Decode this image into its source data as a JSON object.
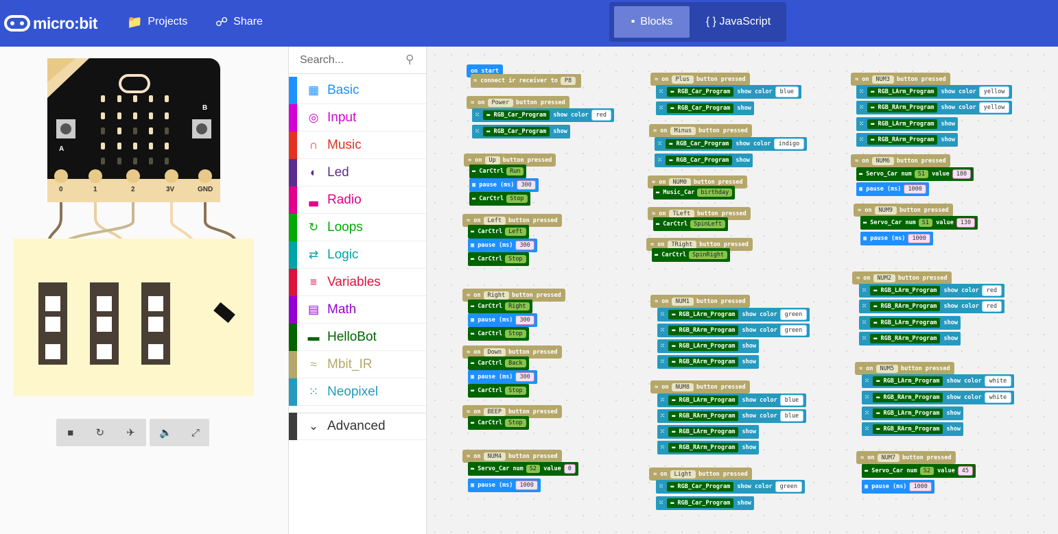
{
  "header": {
    "logo": "micro:bit",
    "projects": "Projects",
    "share": "Share",
    "blocks_tab": "Blocks",
    "js_tab": "{ } JavaScript"
  },
  "board": {
    "pins": [
      "0",
      "1",
      "2",
      "3V",
      "GND"
    ],
    "button_a": "A",
    "button_b": "B"
  },
  "toolbox": {
    "search_placeholder": "Search...",
    "categories": [
      {
        "label": "Basic",
        "color": "#1e90ff",
        "icon": "grid-icon"
      },
      {
        "label": "Input",
        "color": "#d400d4",
        "icon": "target-icon"
      },
      {
        "label": "Music",
        "color": "#e63022",
        "icon": "headphones-icon"
      },
      {
        "label": "Led",
        "color": "#5c2d91",
        "icon": "toggle-icon"
      },
      {
        "label": "Radio",
        "color": "#e3008c",
        "icon": "signal-icon"
      },
      {
        "label": "Loops",
        "color": "#00aa00",
        "icon": "loop-icon"
      },
      {
        "label": "Logic",
        "color": "#00a4a6",
        "icon": "shuffle-icon"
      },
      {
        "label": "Variables",
        "color": "#dc143c",
        "icon": "list-icon"
      },
      {
        "label": "Math",
        "color": "#9400d3",
        "icon": "calculator-icon"
      },
      {
        "label": "HelloBot",
        "color": "#006400",
        "icon": "car-icon"
      },
      {
        "label": "Mbit_IR",
        "color": "#b5a76a",
        "icon": "wifi-icon"
      },
      {
        "label": "Neopixel",
        "color": "#2699bf",
        "icon": "dots-icon"
      }
    ],
    "advanced": "Advanced"
  },
  "blocks": {
    "on_start": "on start",
    "connect_ir": "connect ir receiver to",
    "pin": "P8",
    "on": "on",
    "button_pressed": "button pressed",
    "rgb_car": "RGB_Car_Program",
    "rgb_larm": "RGB_LArm_Program",
    "rgb_rarm": "RGB_RArm_Program",
    "show_color": "show color",
    "show": "show",
    "carctrl": "CarCtrl",
    "pause": "pause (ms)",
    "music_car": "Music_Car",
    "servo_car": "Servo_Car",
    "num": "num",
    "value": "value",
    "keys": {
      "power": "Power",
      "up": "Up",
      "left": "Left",
      "right": "Right",
      "down": "Down",
      "beep": "BEEP",
      "num4": "NUM4",
      "plus": "Plus",
      "minus": "Minus",
      "num0": "NUM0",
      "tleft": "TLeft",
      "tright": "TRight",
      "num1": "NUM1",
      "num8": "NUM8",
      "light": "Light",
      "num3": "NUM3",
      "num6": "NUM6",
      "num9": "NUM9",
      "num2": "NUM2",
      "num5": "NUM5",
      "num7": "NUM7"
    },
    "colors": {
      "red": "red",
      "blue": "blue",
      "indigo": "indigo",
      "green": "green",
      "yellow": "yellow",
      "white": "white"
    },
    "actions": {
      "run": "Run",
      "stop": "Stop",
      "left": "Left",
      "right": "Right",
      "back": "Back",
      "spinleft": "SpinLeft",
      "spinright": "SpinRight",
      "birthday": "birthday"
    },
    "servos": {
      "s1": "S1",
      "s2": "S2"
    },
    "values": {
      "p300": "300",
      "p1000": "1000",
      "v0": "0",
      "v180": "180",
      "v130": "130",
      "v45": "45"
    }
  }
}
